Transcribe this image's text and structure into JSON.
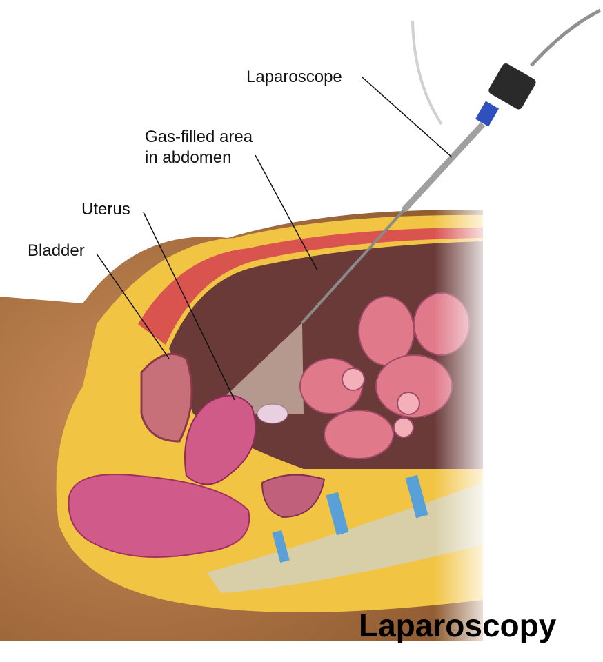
{
  "title": "Laparoscopy",
  "labels": {
    "laparoscope": "Laparoscope",
    "gas_line1": "Gas-filled area",
    "gas_line2": "in abdomen",
    "uterus": "Uterus",
    "bladder": "Bladder"
  },
  "colors": {
    "skin": "#b87a48",
    "fat": "#f2c444",
    "muscle": "#d9534f",
    "cavity": "#6a3a38",
    "intestine": "#e07a8a",
    "uterus": "#d05a88",
    "bladder": "#c8707a",
    "spine": "#d8cfa8",
    "disc": "#5aa0d8",
    "instrument": "#9a9a9a"
  }
}
